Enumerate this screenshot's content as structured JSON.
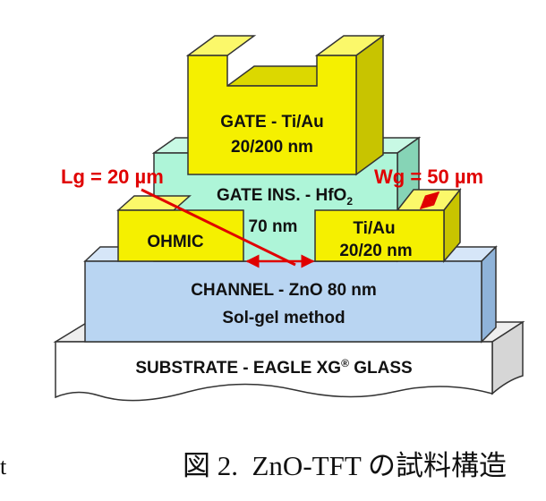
{
  "labels": {
    "gate_line1": "GATE - Ti/Au",
    "gate_line2": "20/200 nm",
    "ins_prefix": "GATE INS. - HfO",
    "ins_sub": "2",
    "ins_line2": "70 nm",
    "ohmic": "OHMIC",
    "tiau_line1": "Ti/Au",
    "tiau_line2": "20/20 nm",
    "channel_line1": "CHANNEL - ZnO 80 nm",
    "channel_line2": "Sol-gel method",
    "substrate_prefix": "SUBSTRATE - EAGLE XG",
    "substrate_reg": "®",
    "substrate_suffix": " GLASS",
    "lg": "Lg = 20 µm",
    "wg": "Wg = 50 µm"
  },
  "caption": {
    "left_fragment": "t",
    "text": "図 2.  ZnO-TFT の試料構造"
  },
  "colors": {
    "gate_yellow": "#f5f000",
    "gate_yellow_side": "#c8c400",
    "insulator_green": "#aef5d8",
    "insulator_green_side": "#86d4b6",
    "channel_blue": "#b9d5f2",
    "channel_blue_side": "#8fb3d9",
    "substrate": "#ffffff",
    "substrate_side": "#d6d6d6",
    "annotation_red": "#e00000"
  }
}
